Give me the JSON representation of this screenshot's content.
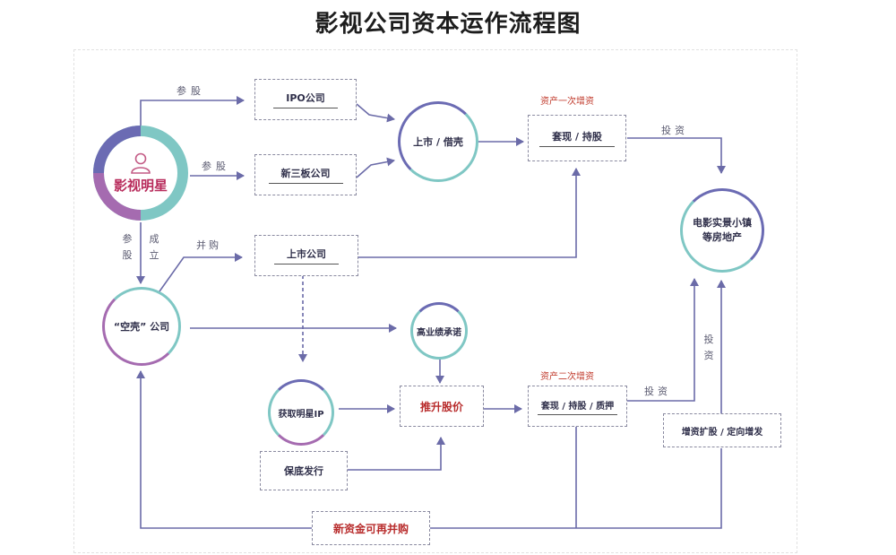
{
  "title": "影视公司资本运作流程图",
  "nodes": {
    "star": "影视明星",
    "ipo": "IPO公司",
    "xinsanban": "新三板公司",
    "listing": "上市 / 借壳",
    "cashout1": "套现 / 持股",
    "listed_co": "上市公司",
    "shell_co": "“空壳” 公司",
    "commitment": "高业绩承诺",
    "star_ip": "获取明星IP",
    "push_price": "推升股价",
    "cashout2": "套现 / 持股 / 质押",
    "film_town": "电影实景小镇等房地产",
    "bond": "保底发行",
    "capital_increase": "增资扩股 / 定向增发",
    "new_funds": "新资金可再并购"
  },
  "labels": {
    "canggu1": "参股",
    "canggu2": "参股",
    "canggu3": "参股",
    "chengli": "成立",
    "binggou": "并购",
    "invest1": "投资",
    "invest2": "投资",
    "invest3": "投资",
    "asset1": "资产一次增资",
    "asset2": "资产二次增资"
  },
  "colors": {
    "arrow": "#6b6ba8",
    "purple": "#6b6bb3",
    "teal": "#7fc7c4",
    "magenta": "#a56bb0",
    "red": "#b82c2c"
  },
  "icons": {
    "star_icon": "person-icon"
  }
}
